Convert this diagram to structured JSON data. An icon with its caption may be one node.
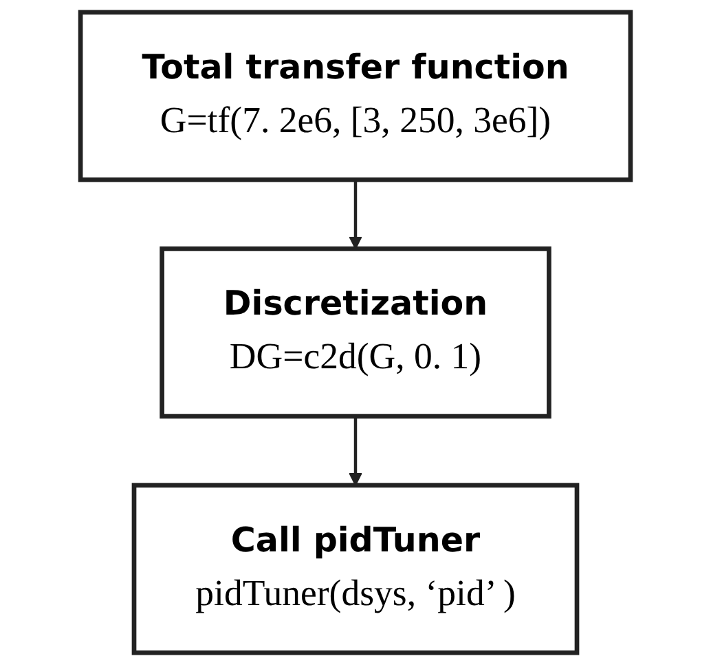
{
  "diagram": {
    "nodes": [
      {
        "text": [
          "Total transfer function",
          "G=tf(7. 2e6, [3, 250, 3e6])"
        ]
      },
      {
        "text": [
          "Discretization",
          "DG=c2d(G, 0. 1)"
        ]
      },
      {
        "text": [
          "Call pidTuner",
          "pidTuner(dsys, ‘pid’ )"
        ]
      }
    ],
    "edges": [
      {
        "from": 0,
        "to": 1,
        "arrow": "to"
      },
      {
        "from": 1,
        "to": 2,
        "arrow": "to"
      }
    ]
  }
}
